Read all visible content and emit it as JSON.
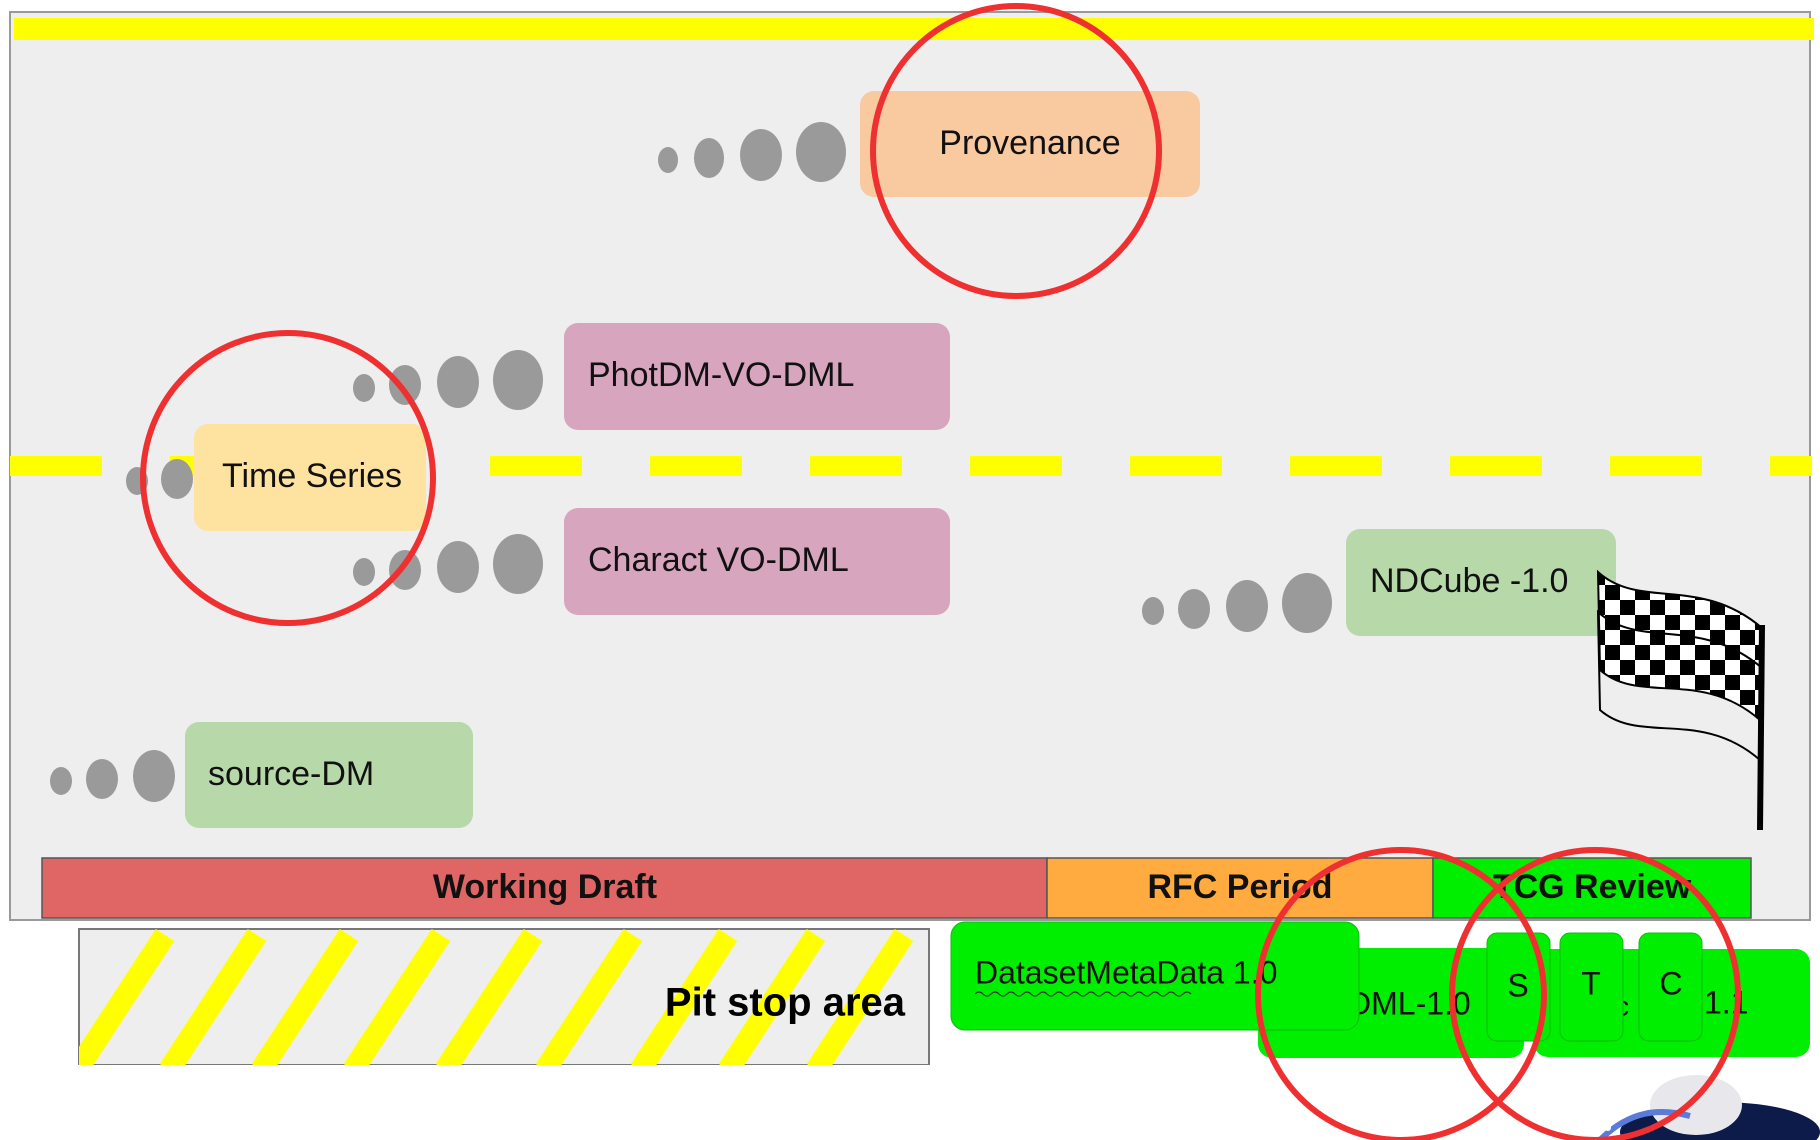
{
  "colors": {
    "track_background": "#eeeeee",
    "lane_line": "#ffff00",
    "ring": "#ef3030",
    "dots": "#9a9a9a",
    "peach": "#f9c9a0",
    "light_yellow": "#fde2a0",
    "pink": "#d8a5bf",
    "light_green": "#b7d8a9",
    "bright_green": "#00ee00",
    "working_draft": "#e06666",
    "rfc_period": "#ffab40",
    "tcg_review": "#00ee00"
  },
  "track": {
    "boxes": {
      "provenance": "Provenance",
      "photdm": "PhotDM-VO-DML",
      "time_series": "Time Series",
      "charact": "Charact VO-DML",
      "ndcube": "NDCube -1.0",
      "source_dm": "source-DM"
    }
  },
  "stages": {
    "working_draft": "Working Draft",
    "rfc_period": "RFC Period",
    "tcg_review": "TCG Review"
  },
  "pit_stop": {
    "label": "Pit stop area"
  },
  "below": {
    "dataset": "DatasetMetaData 1.0",
    "dml": "DML-1.0",
    "s": "S",
    "t": "T",
    "c": "C",
    "tail": "1.1",
    "small_letter": "c"
  },
  "icons": [
    "checkered-flag-icon",
    "ufo-icon"
  ]
}
